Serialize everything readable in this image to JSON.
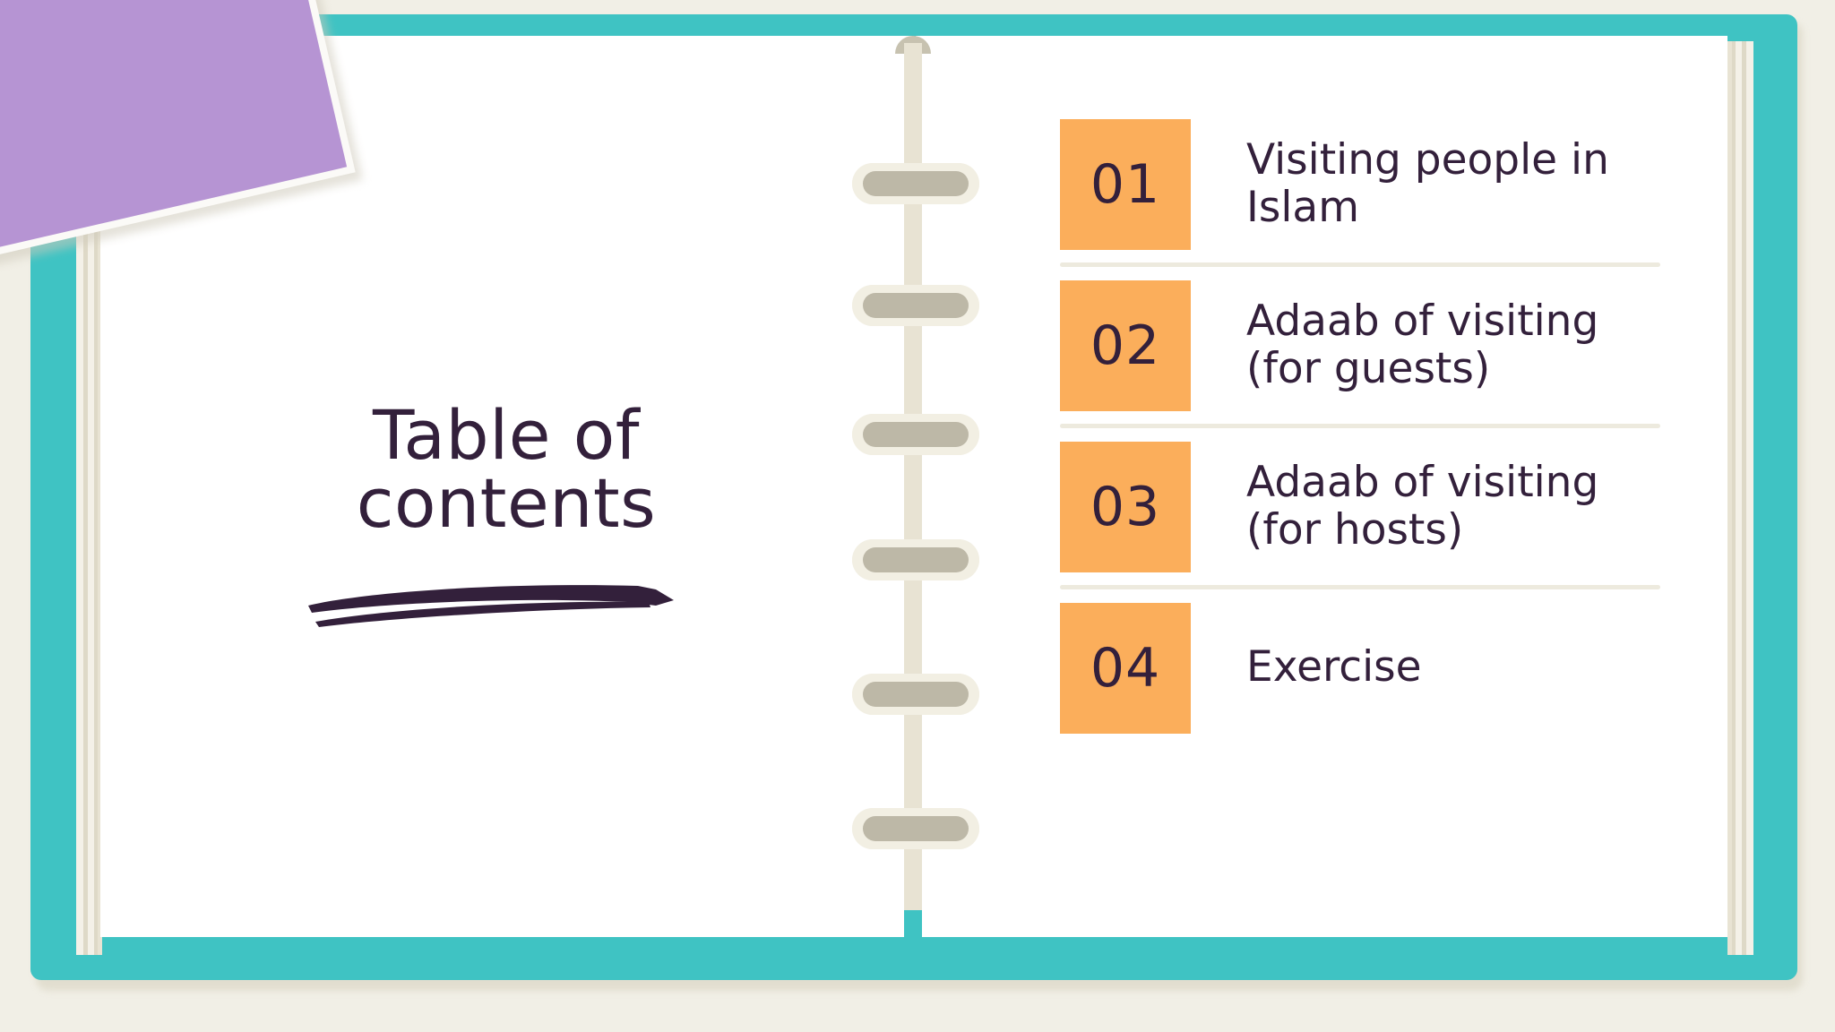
{
  "slide": {
    "type": "table-of-contents",
    "title_line1": "Table of",
    "title_line2": "contents"
  },
  "colors": {
    "cover_teal": "#3FC3C3",
    "number_box_orange": "#FBAE5B",
    "text_dark_purple": "#33203B",
    "page_white": "#FFFFFF",
    "background_cream": "#F1EFE6",
    "page_edge_cream": "#E8E3D3",
    "ring_gray": "#BDB8A7",
    "divider_cream": "#EDEADE",
    "sticky_purple": "#B694D3",
    "sticky_margin_purple": "#A683C4"
  },
  "contents": {
    "items": [
      {
        "number": "01",
        "label": "Visiting people in\nIslam"
      },
      {
        "number": "02",
        "label": "Adaab of visiting\n(for guests)"
      },
      {
        "number": "03",
        "label": "Adaab of visiting\n(for hosts)"
      },
      {
        "number": "04",
        "label": "Exercise"
      }
    ]
  },
  "decor": {
    "binder_ring_count": 6,
    "sticky_note_punch_holes": 2,
    "title_underline": "hand-drawn-double-swoosh"
  }
}
